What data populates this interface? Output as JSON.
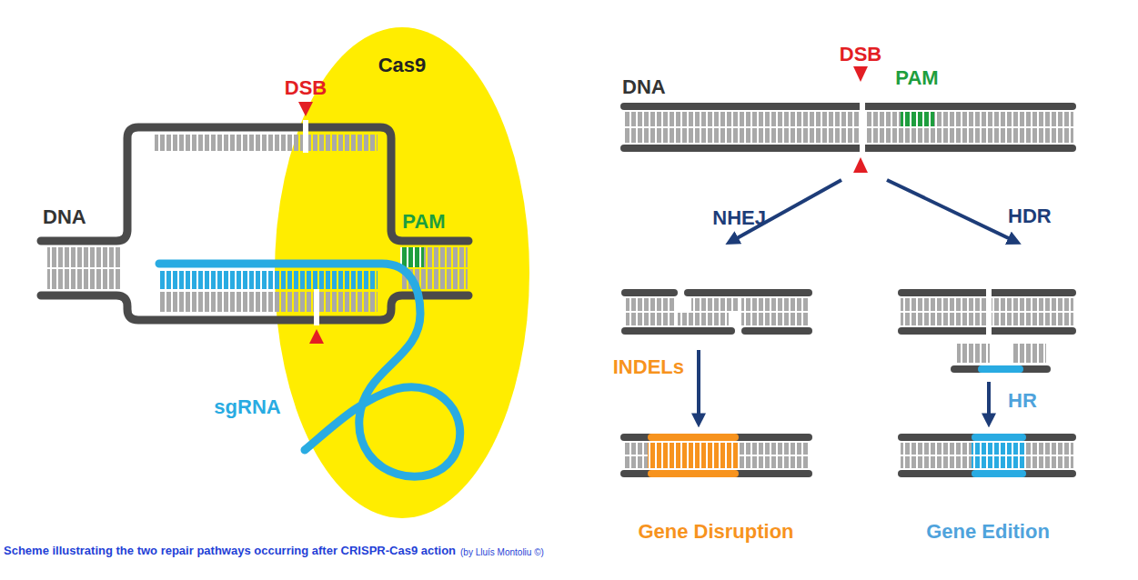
{
  "diagram": {
    "caption": "Scheme illustrating the two repair pathways occurring after CRISPR-Cas9 action",
    "nodes": [
      {
        "text": [
          "Cas9"
        ]
      }
    ],
    "labels": [
      "DSB",
      "DNA",
      "PAM",
      "sgRNA",
      "(by Lluís Montoliu ©)",
      "DSB",
      "DNA",
      "PAM",
      "NHEJ",
      "HDR",
      "INDELs",
      "HR",
      "Gene Disruption",
      "Gene Edition"
    ]
  }
}
